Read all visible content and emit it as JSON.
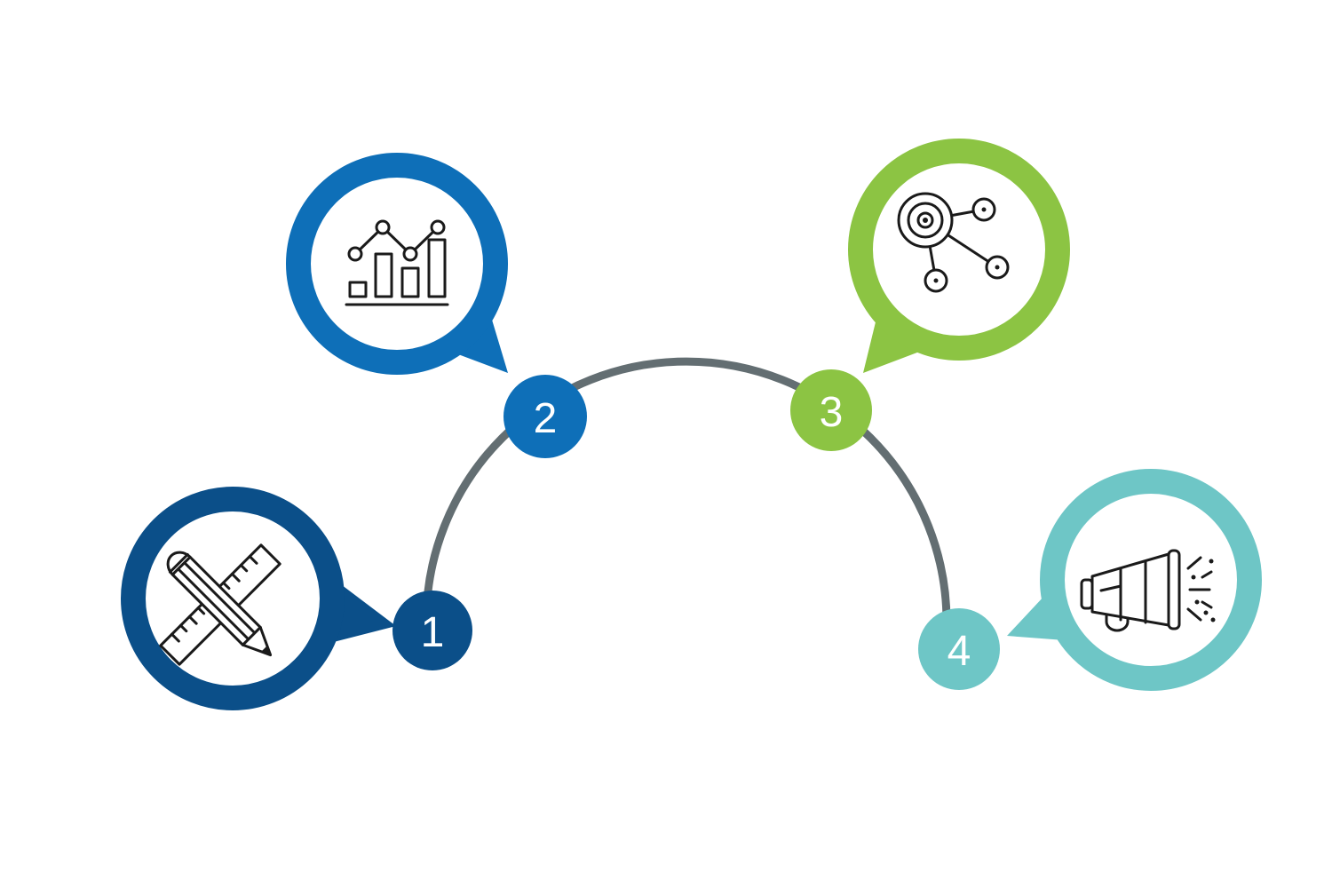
{
  "colors": {
    "arc": "#636e72",
    "step1": "#0b4f89",
    "step2": "#0e6fb8",
    "step3": "#8cc443",
    "step4": "#6ec6c6",
    "icon": "#1a1a1a",
    "background": "#ffffff"
  },
  "steps": [
    {
      "number": "1",
      "icon": "pencil-ruler-icon"
    },
    {
      "number": "2",
      "icon": "bar-line-chart-icon"
    },
    {
      "number": "3",
      "icon": "target-network-icon"
    },
    {
      "number": "4",
      "icon": "megaphone-icon"
    }
  ]
}
